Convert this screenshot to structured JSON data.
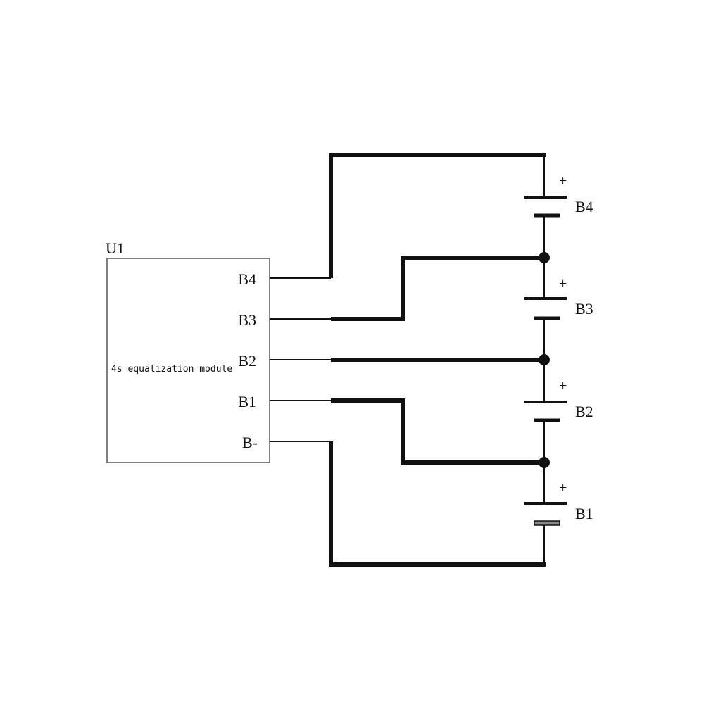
{
  "module": {
    "ref": "U1",
    "description": "4s equalization module",
    "pins": [
      "B4",
      "B3",
      "B2",
      "B1",
      "B-"
    ]
  },
  "cells": [
    {
      "label": "B4",
      "polarity": "+"
    },
    {
      "label": "B3",
      "polarity": "+"
    },
    {
      "label": "B2",
      "polarity": "+"
    },
    {
      "label": "B1",
      "polarity": "+"
    }
  ]
}
